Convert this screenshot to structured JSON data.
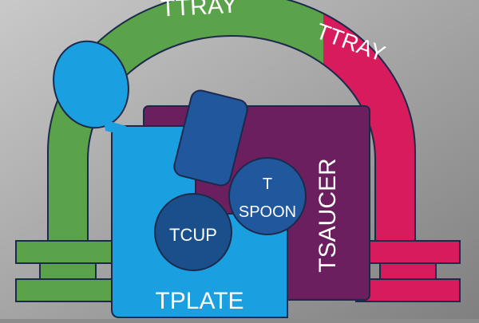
{
  "labels": {
    "arch_left": "TTRAY",
    "arch_right": "TTRAY",
    "plate": "TPLATE",
    "saucer": "TSAUCER",
    "cup": "TCUP",
    "spoon_line1": "T",
    "spoon_line2": "SPOON"
  },
  "colors": {
    "background_light": "#c9c9c9",
    "background_dark": "#808080",
    "arch_green": "#5aa34a",
    "arch_pink": "#d81b5c",
    "plate_blue": "#1a9fe0",
    "saucer_purple": "#6b1f5e",
    "cup_dark_blue": "#1b4f8c",
    "spoon_blue": "#21579c",
    "outline": "#1b2a4a",
    "text": "#ffffff"
  }
}
